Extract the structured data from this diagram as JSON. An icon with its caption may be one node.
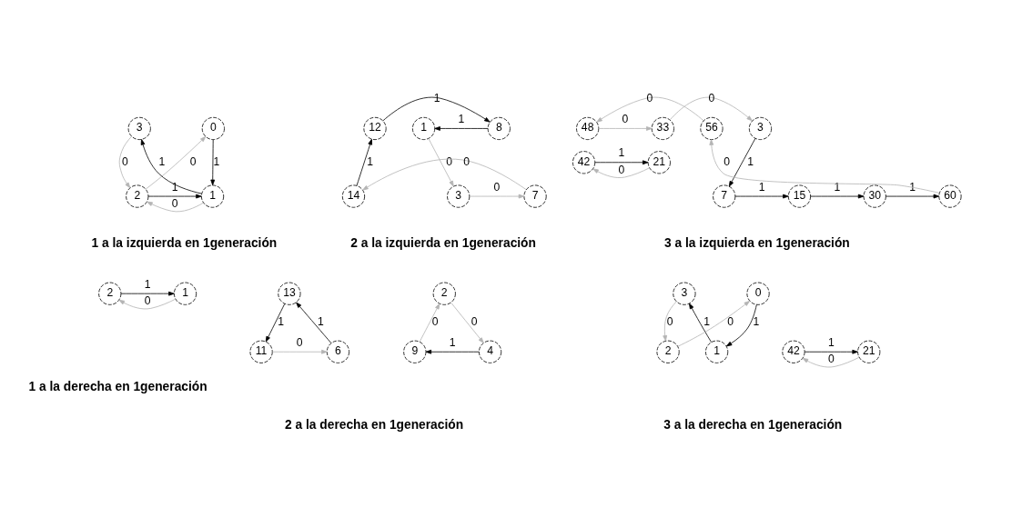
{
  "diagram": {
    "nodes": [
      {
        "text": [
          "0"
        ]
      },
      {
        "text": [
          "1"
        ]
      },
      {
        "text": [
          "2"
        ]
      },
      {
        "text": [
          "3"
        ]
      },
      {
        "text": [
          "1"
        ]
      },
      {
        "text": [
          "8"
        ]
      },
      {
        "text": [
          "12"
        ]
      },
      {
        "text": [
          "3"
        ]
      },
      {
        "text": [
          "7"
        ]
      },
      {
        "text": [
          "14"
        ]
      },
      {
        "text": [
          "3"
        ]
      },
      {
        "text": [
          "33"
        ]
      },
      {
        "text": [
          "48"
        ]
      },
      {
        "text": [
          "56"
        ]
      },
      {
        "text": [
          "7"
        ]
      },
      {
        "text": [
          "15"
        ]
      },
      {
        "text": [
          "30"
        ]
      },
      {
        "text": [
          "60"
        ]
      },
      {
        "text": [
          "21"
        ]
      },
      {
        "text": [
          "42"
        ]
      },
      {
        "text": [
          "1"
        ]
      },
      {
        "text": [
          "2"
        ]
      },
      {
        "text": [
          "2"
        ]
      },
      {
        "text": [
          "4"
        ]
      },
      {
        "text": [
          "9"
        ]
      },
      {
        "text": [
          "13"
        ]
      },
      {
        "text": [
          "6"
        ]
      },
      {
        "text": [
          "11"
        ]
      },
      {
        "text": [
          "0"
        ]
      },
      {
        "text": [
          "3"
        ]
      },
      {
        "text": [
          "1"
        ]
      },
      {
        "text": [
          "2"
        ]
      },
      {
        "text": [
          "21"
        ]
      },
      {
        "text": [
          "42"
        ]
      }
    ],
    "edges": [
      {
        "from": 0,
        "to": 1,
        "arrow": "to",
        "label": "1"
      },
      {
        "from": 1,
        "to": 3,
        "arrow": "to",
        "label": "1"
      },
      {
        "from": 2,
        "to": 1,
        "arrow": "to",
        "label": "1"
      },
      {
        "from": 3,
        "to": 2,
        "arrow": "to",
        "label": "0",
        "color": "#b4b4b4"
      },
      {
        "from": 2,
        "to": 0,
        "arrow": "to",
        "label": "0",
        "color": "#b4b4b4"
      },
      {
        "from": 1,
        "to": 2,
        "arrow": "to",
        "label": "0",
        "color": "#b4b4b4"
      },
      {
        "from": 5,
        "to": 4,
        "arrow": "to",
        "label": "1"
      },
      {
        "from": 6,
        "to": 5,
        "arrow": "to",
        "label": "1"
      },
      {
        "from": 9,
        "to": 6,
        "arrow": "to",
        "label": "1"
      },
      {
        "from": 4,
        "to": 7,
        "arrow": "to",
        "label": "0",
        "color": "#b4b4b4"
      },
      {
        "from": 7,
        "to": 8,
        "arrow": "to",
        "label": "0",
        "color": "#b4b4b4"
      },
      {
        "from": 8,
        "to": 9,
        "arrow": "to",
        "label": "0",
        "color": "#b4b4b4"
      },
      {
        "from": 11,
        "to": 10,
        "arrow": "to",
        "label": "0",
        "color": "#b4b4b4"
      },
      {
        "from": 12,
        "to": 11,
        "arrow": "to",
        "label": "0",
        "color": "#b4b4b4"
      },
      {
        "from": 13,
        "to": 12,
        "arrow": "to",
        "label": "0",
        "color": "#b4b4b4"
      },
      {
        "from": 17,
        "to": 13,
        "arrow": "to",
        "label": "0",
        "color": "#b4b4b4"
      },
      {
        "from": 10,
        "to": 14,
        "arrow": "to",
        "label": "1"
      },
      {
        "from": 14,
        "to": 15,
        "arrow": "to",
        "label": "1"
      },
      {
        "from": 15,
        "to": 16,
        "arrow": "to",
        "label": "1"
      },
      {
        "from": 16,
        "to": 17,
        "arrow": "to",
        "label": "1"
      },
      {
        "from": 19,
        "to": 18,
        "arrow": "to",
        "label": "1"
      },
      {
        "from": 18,
        "to": 19,
        "arrow": "to",
        "label": "0",
        "color": "#b4b4b4"
      },
      {
        "from": 21,
        "to": 20,
        "arrow": "to",
        "label": "1"
      },
      {
        "from": 20,
        "to": 21,
        "arrow": "to",
        "label": "0",
        "color": "#b4b4b4"
      },
      {
        "from": 22,
        "to": 23,
        "arrow": "to",
        "label": "0",
        "color": "#b4b4b4"
      },
      {
        "from": 23,
        "to": 24,
        "arrow": "to",
        "label": "1"
      },
      {
        "from": 24,
        "to": 22,
        "arrow": "to",
        "label": "0",
        "color": "#b4b4b4"
      },
      {
        "from": 26,
        "to": 25,
        "arrow": "to",
        "label": "1"
      },
      {
        "from": 25,
        "to": 27,
        "arrow": "to",
        "label": "1"
      },
      {
        "from": 27,
        "to": 26,
        "arrow": "to",
        "label": "0",
        "color": "#b4b4b4"
      },
      {
        "from": 28,
        "to": 30,
        "arrow": "to",
        "label": "1"
      },
      {
        "from": 30,
        "to": 29,
        "arrow": "to",
        "label": "1"
      },
      {
        "from": 31,
        "to": 28,
        "arrow": "to",
        "label": "0",
        "color": "#b4b4b4"
      },
      {
        "from": 29,
        "to": 31,
        "arrow": "to",
        "label": "0",
        "color": "#b4b4b4"
      },
      {
        "from": 33,
        "to": 32,
        "arrow": "to",
        "label": "1"
      },
      {
        "from": 32,
        "to": 33,
        "arrow": "to",
        "label": "0",
        "color": "#b4b4b4"
      }
    ],
    "labels": [
      "1 a la izquierda en 1generación",
      "2 a la izquierda en 1generación",
      "3 a la izquierda en 1generación",
      "1 a la derecha en 1generación",
      "2 a la derecha en 1generación",
      "3 a la derecha en 1generación"
    ]
  }
}
